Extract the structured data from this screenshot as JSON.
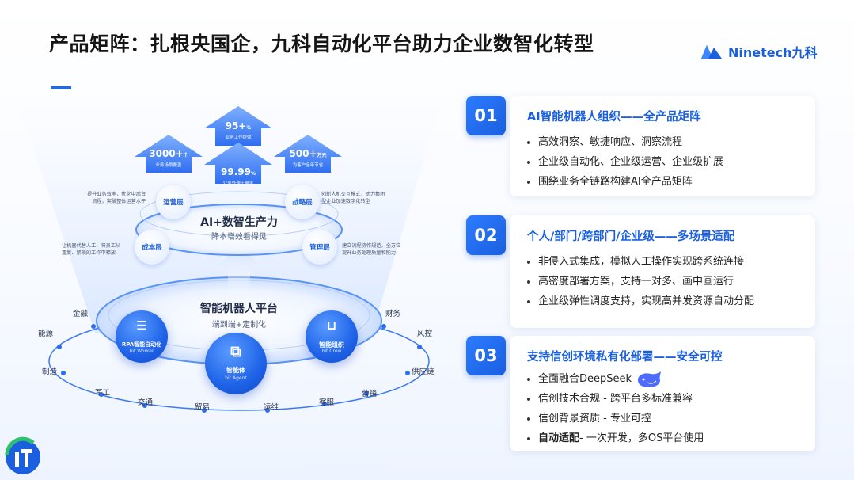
{
  "title": "产品矩阵：扎根央国企，九科自动化平台助力企业数智化转型",
  "brand": {
    "name": "Ninetech",
    "cn": "九科",
    "accent": "#1a5fe0"
  },
  "diagram": {
    "stats": [
      {
        "value": "3000+",
        "unit": "个",
        "label": "业务场景覆盖"
      },
      {
        "value": "95+",
        "unit": "%",
        "label": "业务工作提效"
      },
      {
        "value": "99.99",
        "unit": "%",
        "label": "业务处理正确率"
      },
      {
        "value": "500+",
        "unit": "万元",
        "label": "为客户全年节省"
      }
    ],
    "upper": {
      "title": "AI+数智生产力",
      "subtitle": "降本增效看得见",
      "layers": [
        {
          "name": "运营层",
          "note_lines": [
            "提升业务效率，优化中后台",
            "流程，突破整体运营水平"
          ]
        },
        {
          "name": "战略层",
          "note_lines": [
            "创新人机交互模式，助力集团",
            "型企业加速数字化转型"
          ]
        },
        {
          "name": "成本层",
          "note_lines": [
            "让机器代替人工，将员工从",
            "重复、繁琐的工作中释放"
          ]
        },
        {
          "name": "管理层",
          "note_lines": [
            "建立流程协作规范，全方位",
            "提升业务处理质量和能力"
          ]
        }
      ]
    },
    "platform": {
      "title": "智能机器人平台",
      "subtitle": "端到端+定制化",
      "nodes": [
        {
          "name": "RPA智能自动化",
          "sub": "bit Worker",
          "icon": "document-icon"
        },
        {
          "name": "智能体",
          "sub": "bit Agent",
          "icon": "agent-icon"
        },
        {
          "name": "智能组织",
          "sub": "bit Crew",
          "icon": "crew-icon"
        }
      ]
    },
    "industries": [
      "金融",
      "能源",
      "制造",
      "军工",
      "交通",
      "贸易",
      "运维",
      "客服",
      "营销",
      "供应链",
      "风控",
      "财务"
    ]
  },
  "cards": [
    {
      "num": "01",
      "title": "AI智能机器人组织——全产品矩阵",
      "bullets": [
        "高效洞察、敏捷响应、洞察流程",
        "企业级自动化、企业级运营、企业级扩展",
        "围绕业务全链路构建AI全产品矩阵"
      ]
    },
    {
      "num": "02",
      "title": "个人/部门/跨部门/企业级——多场景适配",
      "bullets": [
        "非侵入式集成，模拟人工操作实现跨系统连接",
        "高密度部署方案，支持一对多、画中画运行",
        "企业级弹性调度支持，实现高并发资源自动分配"
      ]
    },
    {
      "num": "03",
      "title": "支持信创环境私有化部署——安全可控",
      "bullets": [
        "全面融合DeepSeek",
        "信创技术合规 - 跨平台多标准兼容",
        "信创背景资质 - 专业可控"
      ],
      "last_strong": "自动适配",
      "last_rest": " - 一次开发，多OS平台使用"
    }
  ]
}
